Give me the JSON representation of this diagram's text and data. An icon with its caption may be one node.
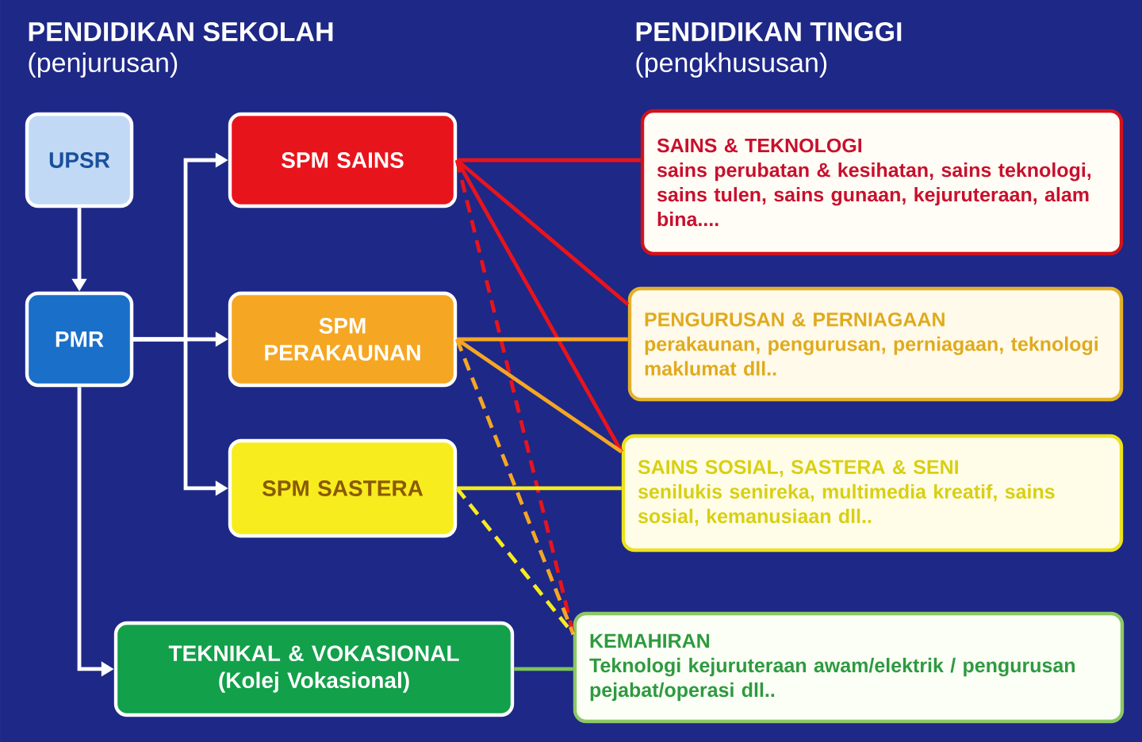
{
  "diagram": {
    "nodes": [
      {
        "text": [
          "UPSR"
        ]
      },
      {
        "text": [
          "PMR"
        ]
      },
      {
        "text": [
          "SPM SAINS"
        ]
      },
      {
        "text": [
          "SPM PERAKAUNAN"
        ]
      },
      {
        "text": [
          "SPM SASTERA"
        ]
      },
      {
        "text": [
          "TEKNIKAL & VOKASIONAL",
          "(Kolej Vokasional)"
        ]
      },
      {
        "text": [
          "SAINS & TEKNOLOGI",
          "sains perubatan & kesihatan, sains teknologi, sains tulen, sains gunaan, kejuruteraan, alam bina...."
        ]
      },
      {
        "text": [
          "PENGURUSAN & PERNIAGAAN",
          "perakaunan, pengurusan, perniagaan, teknologi maklumat dll.."
        ]
      },
      {
        "text": [
          "SAINS SOSIAL, SASTERA & SENI",
          "senilukis senireka, multimedia kreatif, sains sosial, kemanusiaan dll.."
        ]
      },
      {
        "text": [
          "KEMAHIRAN",
          "Teknologi kejuruteraan awam/elektrik / pengurusan pejabat/operasi dll.."
        ]
      }
    ],
    "edges": [
      {
        "from": 0,
        "to": 1,
        "arrow": "to"
      },
      {
        "from": 1,
        "to": 2,
        "arrow": "to"
      },
      {
        "from": 1,
        "to": 3,
        "arrow": "to"
      },
      {
        "from": 1,
        "to": 4,
        "arrow": "to"
      },
      {
        "from": 1,
        "to": 5,
        "arrow": "to"
      },
      {
        "from": 2,
        "to": 6,
        "arrow": "none",
        "color": "#e8141c"
      },
      {
        "from": 2,
        "to": 7,
        "arrow": "none",
        "color": "#e8141c"
      },
      {
        "from": 2,
        "to": 8,
        "arrow": "none",
        "color": "#e8141c"
      },
      {
        "from": 2,
        "to": 9,
        "arrow": "none",
        "style": "dashed",
        "color": "#e8141c"
      },
      {
        "from": 3,
        "to": 7,
        "arrow": "none",
        "color": "#f5a623"
      },
      {
        "from": 3,
        "to": 8,
        "arrow": "none",
        "color": "#f5a623"
      },
      {
        "from": 3,
        "to": 9,
        "arrow": "none",
        "style": "dashed",
        "color": "#f5a623"
      },
      {
        "from": 4,
        "to": 8,
        "arrow": "none",
        "color": "#f7ec1e"
      },
      {
        "from": 4,
        "to": 9,
        "arrow": "none",
        "style": "dashed",
        "color": "#f7ec1e"
      },
      {
        "from": 5,
        "to": 9,
        "arrow": "none",
        "color": "#7cc35a"
      }
    ],
    "labels": [
      "PENDIDIKAN SEKOLAH",
      "(penjurusan)",
      "PENDIDIKAN TINGGI",
      "(pengkhususan)"
    ]
  }
}
